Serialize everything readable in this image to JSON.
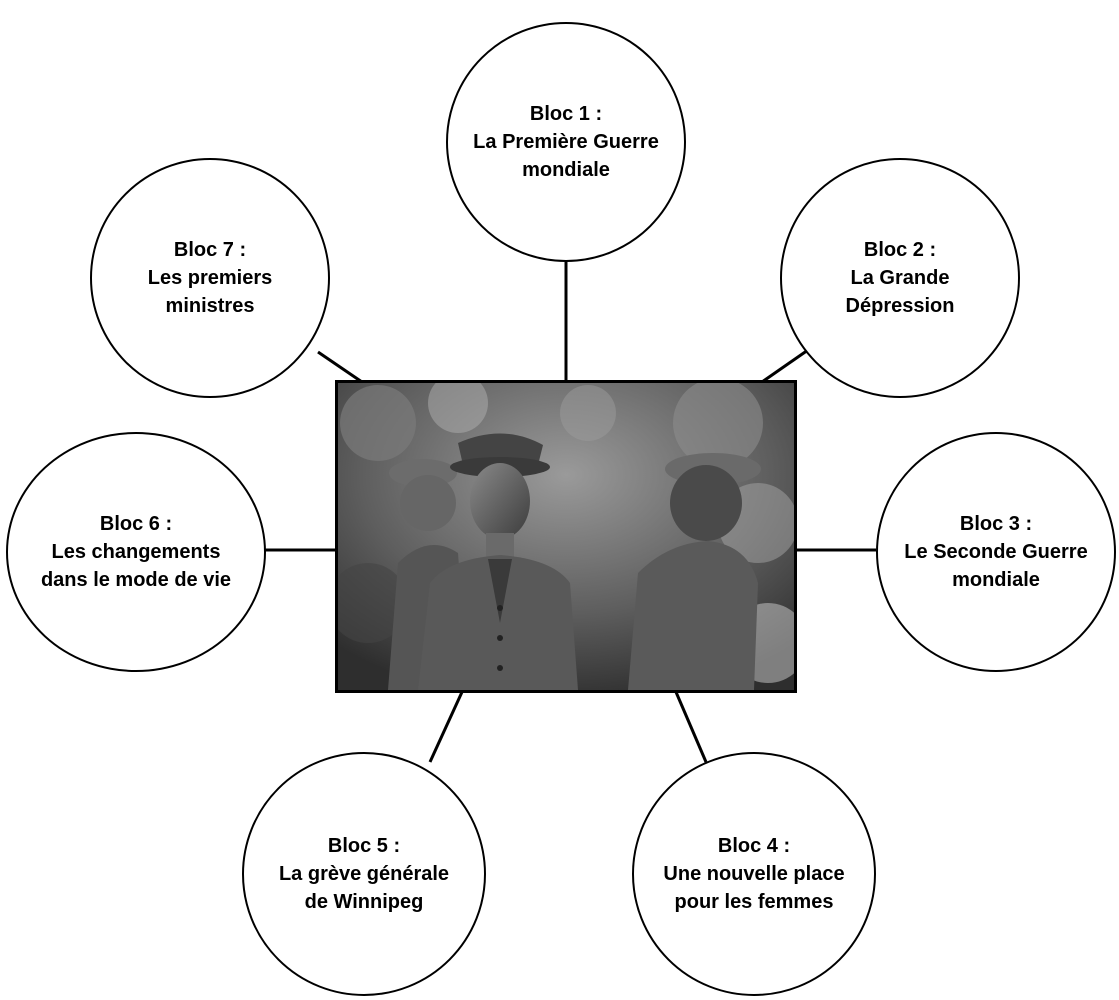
{
  "diagram": {
    "type": "hub-and-spoke",
    "center": {
      "kind": "photograph",
      "icon": "statues-of-women-in-military-uniform"
    },
    "blocks": [
      {
        "id": "bloc-1",
        "title": "Bloc 1 :",
        "lines": [
          "La Première Guerre",
          "mondiale"
        ]
      },
      {
        "id": "bloc-2",
        "title": "Bloc 2 :",
        "lines": [
          "La Grande",
          "Dépression"
        ]
      },
      {
        "id": "bloc-3",
        "title": "Bloc 3 :",
        "lines": [
          "Le Seconde Guerre",
          "mondiale"
        ]
      },
      {
        "id": "bloc-4",
        "title": "Bloc 4 :",
        "lines": [
          "Une nouvelle place",
          "pour les femmes"
        ]
      },
      {
        "id": "bloc-5",
        "title": "Bloc 5 :",
        "lines": [
          "La grève générale",
          "de Winnipeg"
        ]
      },
      {
        "id": "bloc-6",
        "title": "Bloc 6 :",
        "lines": [
          "Les changements",
          "dans le mode de vie"
        ]
      },
      {
        "id": "bloc-7",
        "title": "Bloc 7 :",
        "lines": [
          "Les premiers",
          "ministres"
        ]
      }
    ]
  },
  "colors": {
    "stroke": "#000000",
    "circle_fill": "#ffffff",
    "text": "#000000"
  }
}
